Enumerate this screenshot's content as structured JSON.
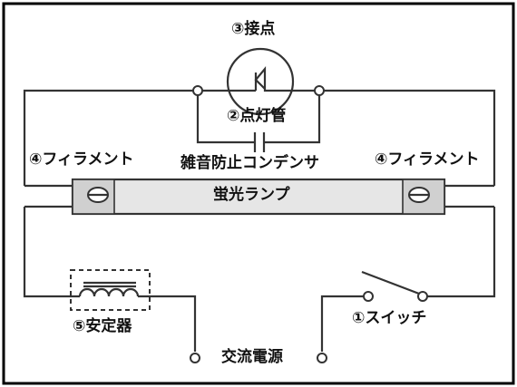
{
  "labels": {
    "contact": "③接点",
    "glow_starter": "②点灯管",
    "noise_capacitor": "雑音防止コンデンサ",
    "filament_left": "④フィラメント",
    "filament_right": "④フィラメント",
    "fluorescent_lamp": "蛍光ランプ",
    "ballast": "⑤安定器",
    "switch": "①スイッチ",
    "ac_power": "交流電源"
  },
  "colors": {
    "line": "#333333",
    "frame": "#000000",
    "tube_fill": "#e6e6e6",
    "background": "#ffffff"
  }
}
